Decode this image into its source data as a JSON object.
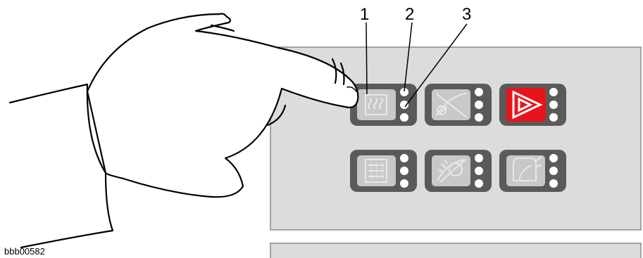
{
  "figure_id": "bbb00582",
  "callouts": [
    "1",
    "2",
    "3"
  ],
  "buttons": [
    {
      "name": "rear-heater-button",
      "icon": "rear-window-heater-icon",
      "active": false
    },
    {
      "name": "wiper-off-button",
      "icon": "wiper-off-icon",
      "active": false
    },
    {
      "name": "hazard-button",
      "icon": "hazard-triangle-icon",
      "active": true
    },
    {
      "name": "front-heater-button",
      "icon": "front-window-heater-icon",
      "active": false
    },
    {
      "name": "washer-button",
      "icon": "washer-icon",
      "active": false
    },
    {
      "name": "rear-wiper-button",
      "icon": "rear-wiper-icon",
      "active": false
    }
  ],
  "colors": {
    "panel": "#dcdcdc",
    "button_frame": "#5a5a5a",
    "button_face": "#c8c8c8",
    "hazard": "#e8141c",
    "led": "#ffffff"
  }
}
